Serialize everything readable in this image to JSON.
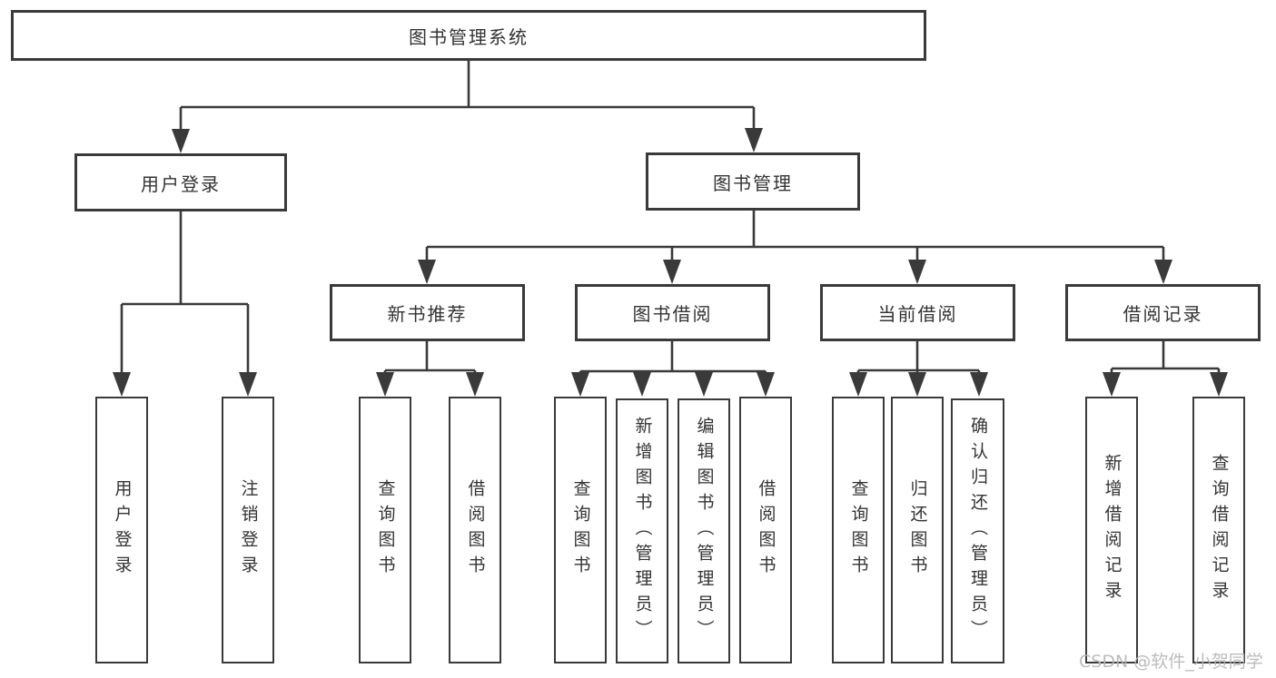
{
  "tree": {
    "root": {
      "label": "图书管理系统"
    },
    "branches": [
      {
        "label": "用户登录",
        "children": [
          {
            "label": "用户登录"
          },
          {
            "label": "注销登录"
          }
        ]
      },
      {
        "label": "图书管理",
        "children": [
          {
            "label": "新书推荐",
            "children": [
              {
                "label": "查询图书"
              },
              {
                "label": "借阅图书"
              }
            ]
          },
          {
            "label": "图书借阅",
            "children": [
              {
                "label": "查询图书"
              },
              {
                "label": "新增图书（管理员）"
              },
              {
                "label": "编辑图书（管理员）"
              },
              {
                "label": "借阅图书"
              }
            ]
          },
          {
            "label": "当前借阅",
            "children": [
              {
                "label": "查询图书"
              },
              {
                "label": "归还图书"
              },
              {
                "label": "确认归还（管理员）"
              }
            ]
          },
          {
            "label": "借阅记录",
            "children": [
              {
                "label": "新增借阅记录"
              },
              {
                "label": "查询借阅记录"
              }
            ]
          }
        ]
      }
    ]
  },
  "watermark": {
    "text": "CSDN @软件_小贺同学"
  },
  "colors": {
    "line": "#3a3a3a",
    "text": "#333333",
    "watermark": "#b5b5b5",
    "background": "#ffffff"
  }
}
